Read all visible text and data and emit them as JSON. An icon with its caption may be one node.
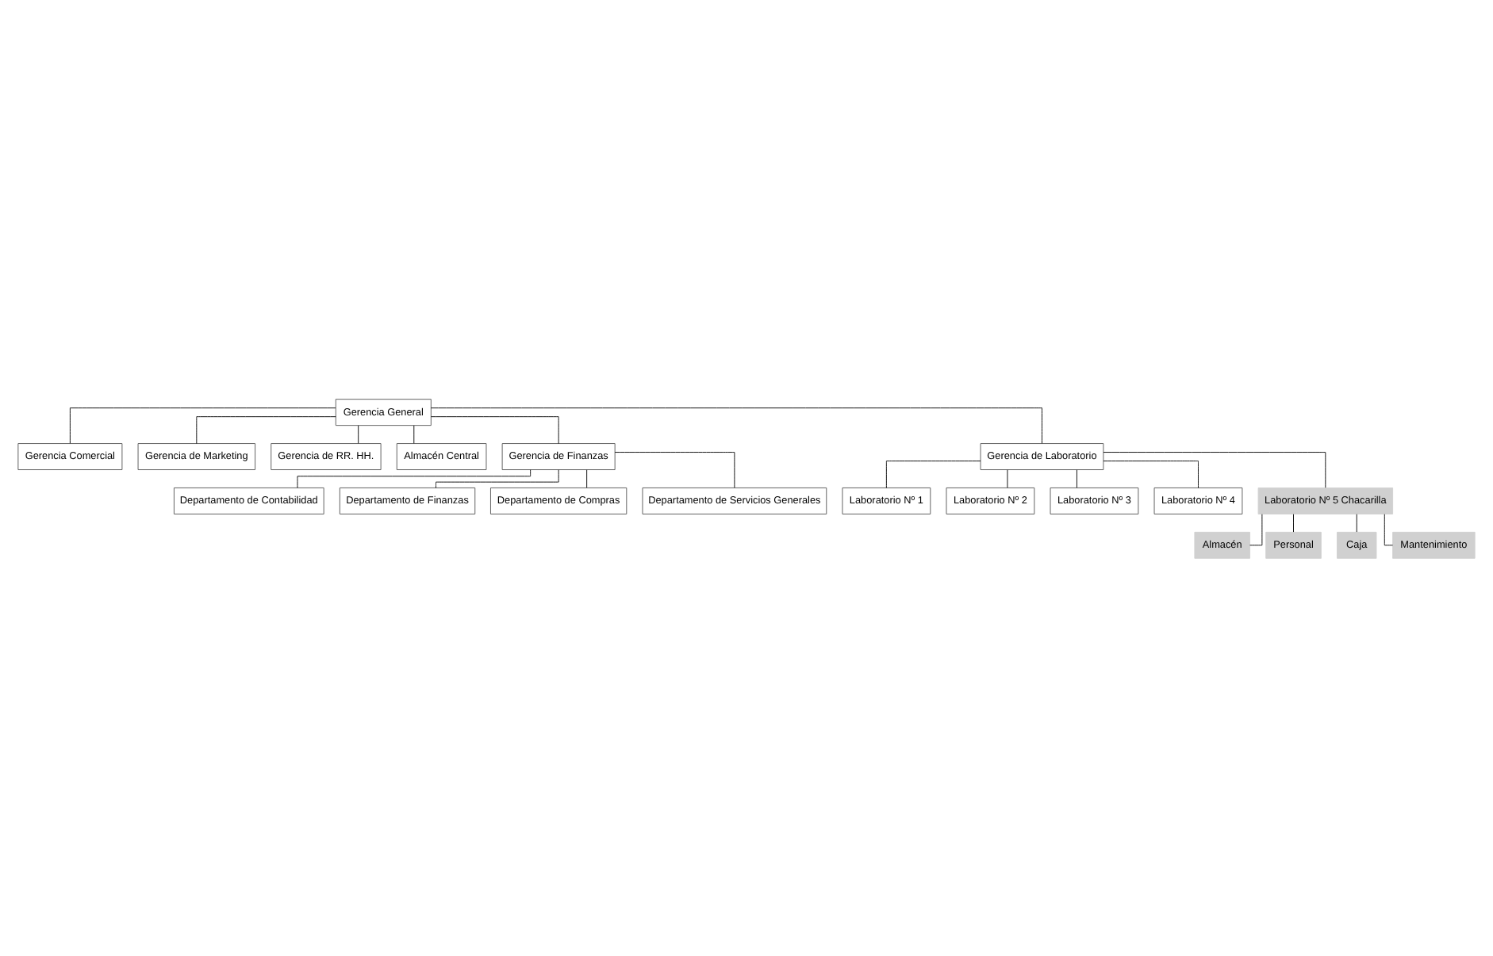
{
  "diagram": {
    "nodes": [
      {
        "text": [
          "Gerencia General"
        ]
      },
      {
        "text": [
          "Gerencia Comercial"
        ]
      },
      {
        "text": [
          "Gerencia de Marketing"
        ]
      },
      {
        "text": [
          "Gerencia de RR. HH."
        ]
      },
      {
        "text": [
          "Almacén Central"
        ]
      },
      {
        "text": [
          "Gerencia de Finanzas"
        ]
      },
      {
        "text": [
          "Departamento de Contabilidad"
        ]
      },
      {
        "text": [
          "Departamento de Finanzas"
        ]
      },
      {
        "text": [
          "Departamento de Compras"
        ]
      },
      {
        "text": [
          "Departamento de Servicios Generales"
        ]
      },
      {
        "text": [
          "Gerencia de Laboratorio"
        ]
      },
      {
        "text": [
          "Laboratorio Nº 1"
        ]
      },
      {
        "text": [
          "Laboratorio Nº 2"
        ]
      },
      {
        "text": [
          "Laboratorio Nº 3"
        ]
      },
      {
        "text": [
          "Laboratorio Nº 4"
        ]
      },
      {
        "text": [
          "Laboratorio Nº 5 Chacarilla"
        ]
      },
      {
        "text": [
          "Almacén"
        ]
      },
      {
        "text": [
          "Personal"
        ]
      },
      {
        "text": [
          "Caja"
        ]
      },
      {
        "text": [
          "Mantenimiento"
        ]
      }
    ],
    "edges": [
      {
        "from": 0,
        "to": 1,
        "arrow": "none"
      },
      {
        "from": 0,
        "to": 2,
        "arrow": "none"
      },
      {
        "from": 0,
        "to": 3,
        "arrow": "none"
      },
      {
        "from": 0,
        "to": 4,
        "arrow": "none"
      },
      {
        "from": 0,
        "to": 5,
        "arrow": "none"
      },
      {
        "from": 0,
        "to": 10,
        "arrow": "none"
      },
      {
        "from": 5,
        "to": 6,
        "arrow": "none"
      },
      {
        "from": 5,
        "to": 7,
        "arrow": "none"
      },
      {
        "from": 5,
        "to": 8,
        "arrow": "none"
      },
      {
        "from": 5,
        "to": 9,
        "arrow": "none"
      },
      {
        "from": 10,
        "to": 11,
        "arrow": "none"
      },
      {
        "from": 10,
        "to": 12,
        "arrow": "none"
      },
      {
        "from": 10,
        "to": 13,
        "arrow": "none"
      },
      {
        "from": 10,
        "to": 14,
        "arrow": "none"
      },
      {
        "from": 10,
        "to": 15,
        "arrow": "none"
      },
      {
        "from": 15,
        "to": 16,
        "arrow": "none"
      },
      {
        "from": 15,
        "to": 17,
        "arrow": "none"
      },
      {
        "from": 15,
        "to": 18,
        "arrow": "none"
      },
      {
        "from": 15,
        "to": 19,
        "arrow": "none"
      }
    ]
  }
}
